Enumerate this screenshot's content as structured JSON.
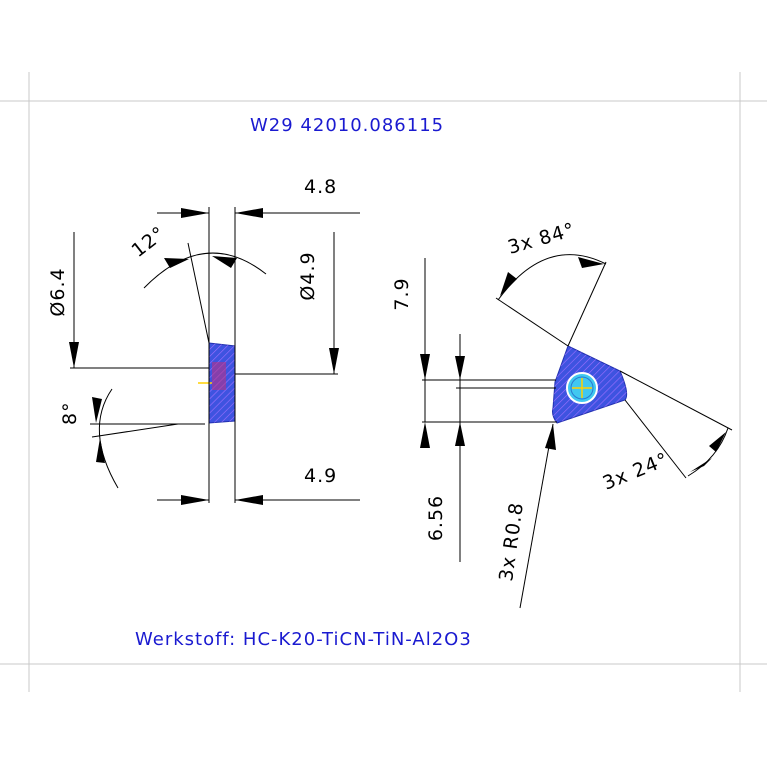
{
  "drawing": {
    "title": "W29  42010.086115",
    "material": "Werkstoff: HC-K20-TiCN-TiN-Al2O3"
  },
  "side_view": {
    "width_top": "4.8",
    "width_bottom": "4.9",
    "diameter_outer": "Ø6.4",
    "diameter_inner": "Ø4.9",
    "angle_top": "12°",
    "angle_left": "8°"
  },
  "top_view": {
    "height_upper": "7.9",
    "height_lower": "6.56",
    "corner_angle": "3x 84°",
    "side_angle": "3x 24°",
    "corner_radius": "3x R0.8"
  },
  "colors": {
    "text_blue": "#1a1ad0",
    "part_fill": "#3e53e0",
    "hatch": "#a070ff",
    "hole": "#40c8f0",
    "center_mark": "#ffd000"
  }
}
